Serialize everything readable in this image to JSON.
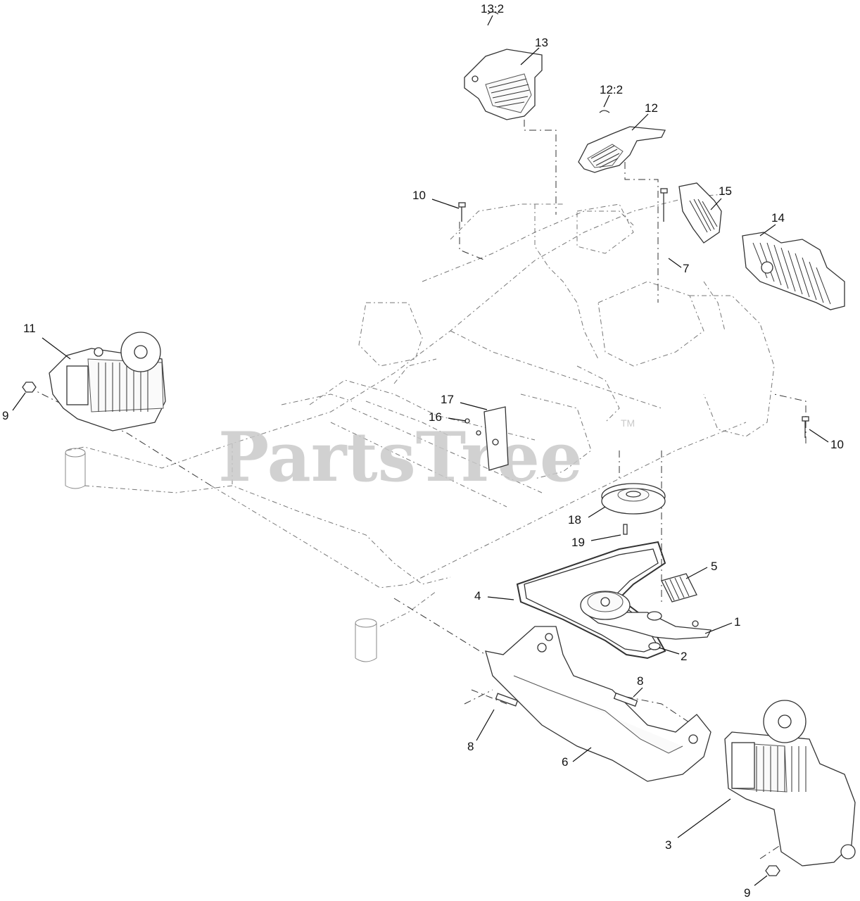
{
  "watermark": {
    "text": "PartsTree",
    "tm": "TM"
  },
  "callouts": {
    "c1": "1",
    "c2": "2",
    "c3": "3",
    "c4": "4",
    "c5": "5",
    "c6": "6",
    "c7": "7",
    "c8a": "8",
    "c8b": "8",
    "c9a": "9",
    "c9b": "9",
    "c10a": "10",
    "c10b": "10",
    "c11": "11",
    "c12": "12",
    "c12_2": "12:2",
    "c13": "13",
    "c13_2": "13:2",
    "c14": "14",
    "c15": "15",
    "c16": "16",
    "c17": "17",
    "c18": "18",
    "c19": "19"
  }
}
